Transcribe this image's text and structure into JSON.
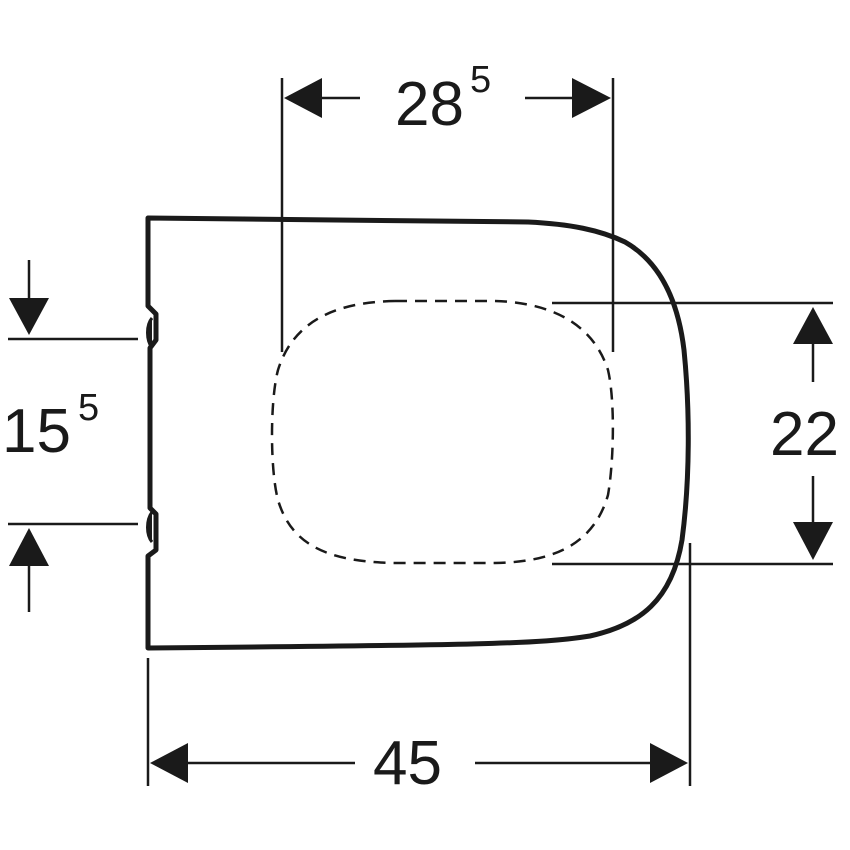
{
  "diagram": {
    "subject": "Toilet seat top view with dimensions",
    "colors": {
      "line": "#1a1a1a",
      "background": "#ffffff"
    },
    "dimensions": {
      "top_width": {
        "main": "28",
        "sup": "5",
        "label": "28⁵"
      },
      "left_height": {
        "main": "15",
        "sup": "5",
        "label": "15⁵"
      },
      "right_height": {
        "main": "22",
        "label": "22"
      },
      "bottom_width": {
        "main": "45",
        "label": "45"
      }
    },
    "outlines": {
      "seat": "solid rounded-rectangle outline with hinge notches on left edge",
      "opening": "dashed rounded inner opening"
    }
  }
}
